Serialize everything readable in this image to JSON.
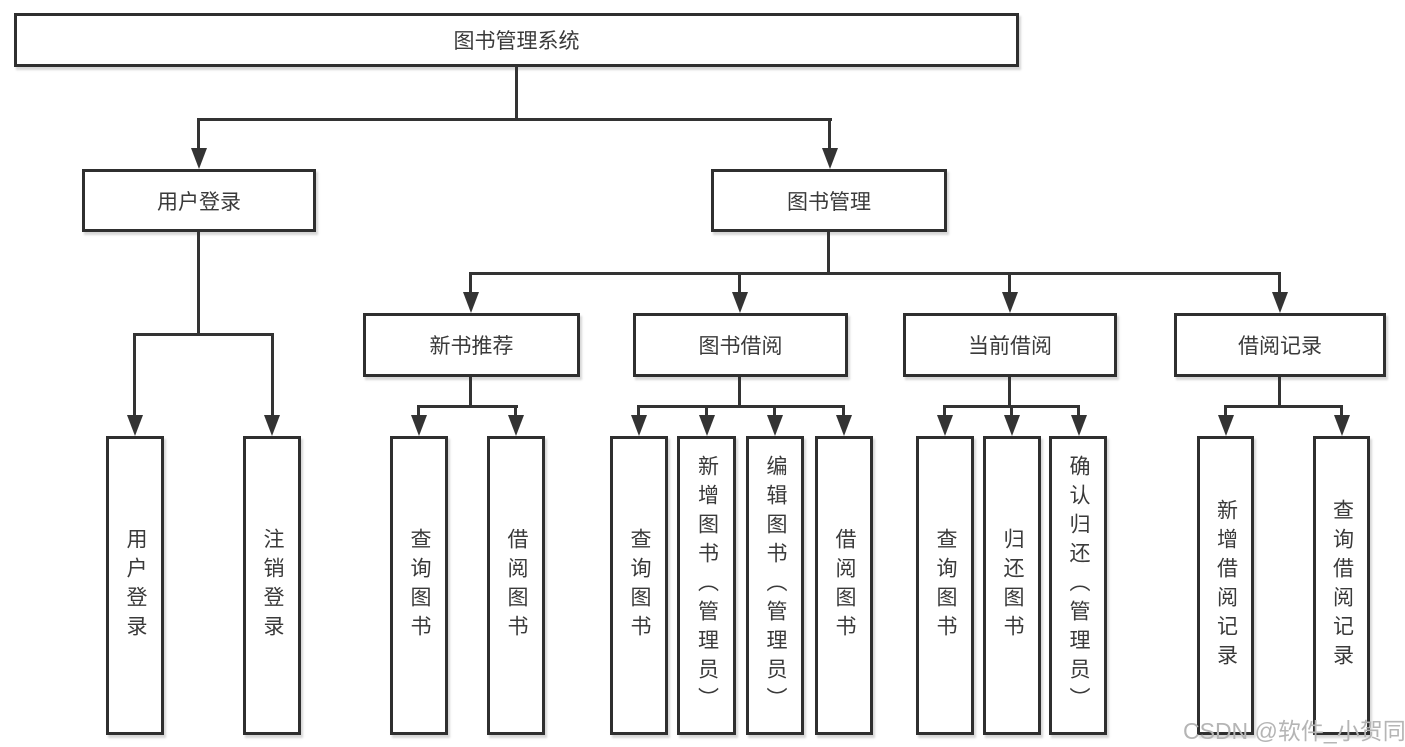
{
  "diagram": {
    "root": {
      "label": "图书管理系统"
    },
    "level2": [
      {
        "label": "用户登录"
      },
      {
        "label": "图书管理"
      }
    ],
    "level3": [
      {
        "label": "新书推荐"
      },
      {
        "label": "图书借阅"
      },
      {
        "label": "当前借阅"
      },
      {
        "label": "借阅记录"
      }
    ],
    "leaves": {
      "user_login": [
        {
          "label": "用户登录"
        },
        {
          "label": "注销登录"
        }
      ],
      "new_book": [
        {
          "label": "查询图书"
        },
        {
          "label": "借阅图书"
        }
      ],
      "book_borrow": [
        {
          "label": "查询图书"
        },
        {
          "label": "新增图书（管理员）"
        },
        {
          "label": "编辑图书（管理员）"
        },
        {
          "label": "借阅图书"
        }
      ],
      "current_borrow": [
        {
          "label": "查询图书"
        },
        {
          "label": "归还图书"
        },
        {
          "label": "确认归还（管理员）"
        }
      ],
      "borrow_records": [
        {
          "label": "新增借阅记录"
        },
        {
          "label": "查询借阅记录"
        }
      ]
    },
    "watermark": "CSDN @软件_小贺同学",
    "colors": {
      "line": "#333333",
      "text": "#3a3a3a",
      "watermark": "#b5b5b5",
      "background": "#ffffff"
    }
  }
}
